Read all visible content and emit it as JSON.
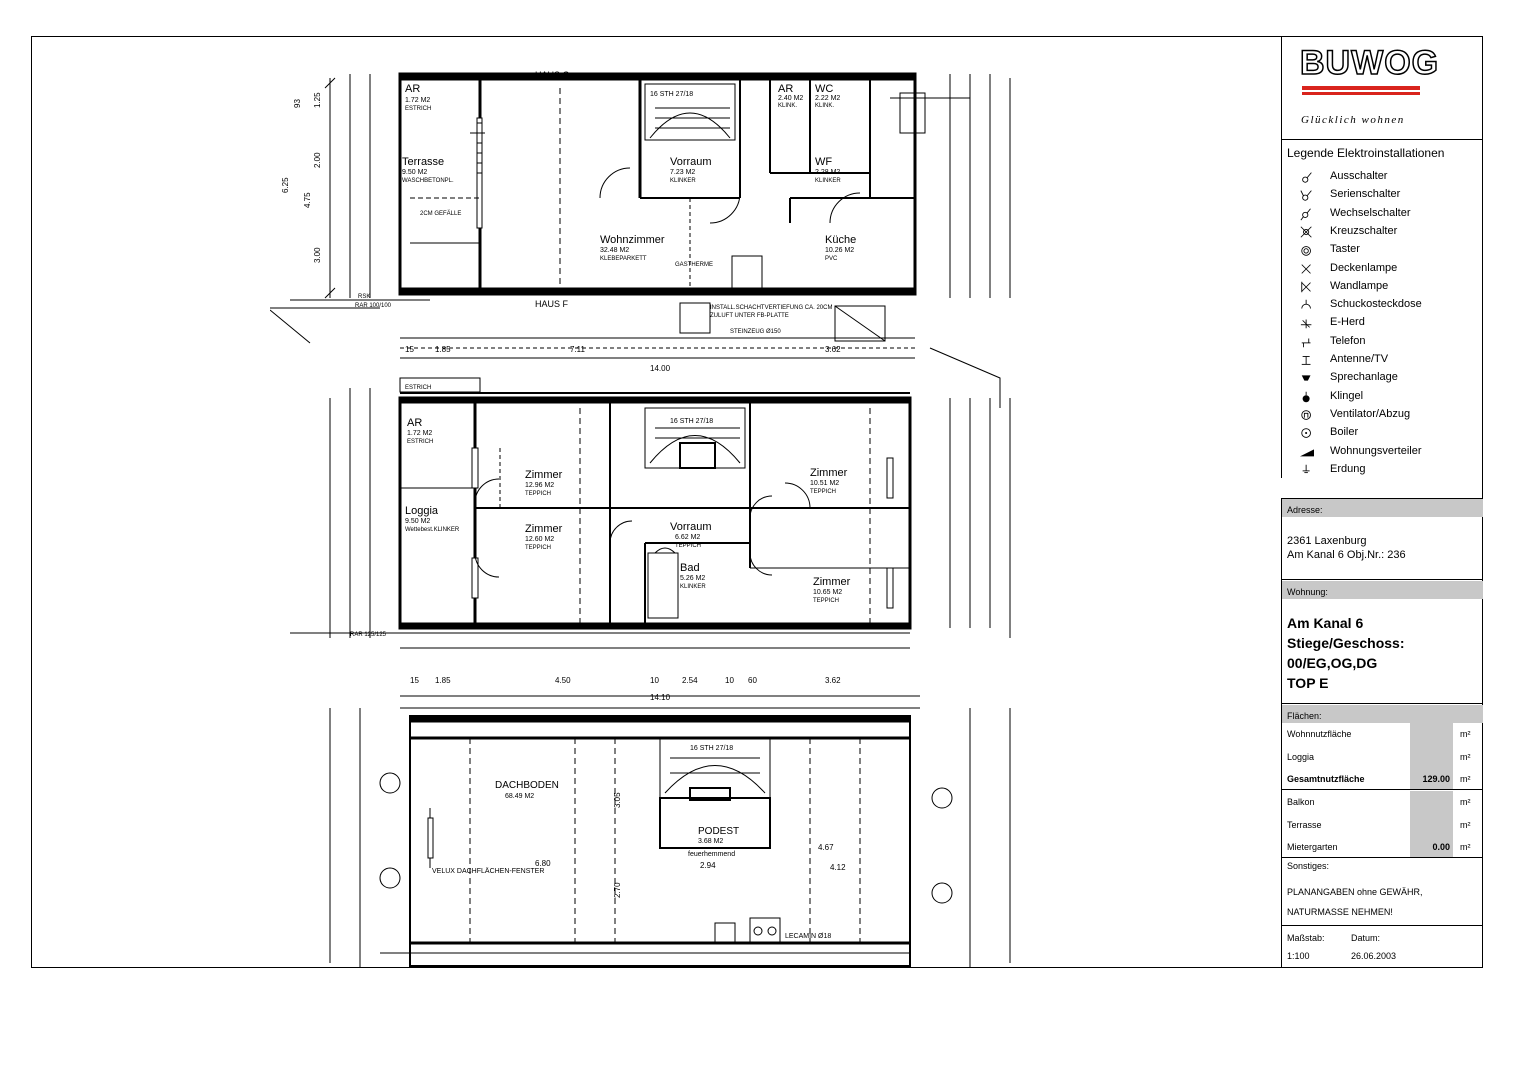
{
  "logo": {
    "name": "BUWOG",
    "slogan": "Glücklich wohnen",
    "accent": "#d9241d"
  },
  "legend": {
    "title": "Legende Elektroinstallationen",
    "items": [
      {
        "label": "Ausschalter",
        "icon": "switch-icon"
      },
      {
        "label": "Serienschalter",
        "icon": "series-switch-icon"
      },
      {
        "label": "Wechselschalter",
        "icon": "two-way-switch-icon"
      },
      {
        "label": "Kreuzschalter",
        "icon": "cross-switch-icon"
      },
      {
        "label": "Taster",
        "icon": "push-button-icon"
      },
      {
        "label": "Deckenlampe",
        "icon": "ceiling-lamp-icon"
      },
      {
        "label": "Wandlampe",
        "icon": "wall-lamp-icon"
      },
      {
        "label": "Schuckosteckdose",
        "icon": "socket-icon"
      },
      {
        "label": "E-Herd",
        "icon": "stove-icon"
      },
      {
        "label": "Telefon",
        "icon": "phone-icon"
      },
      {
        "label": "Antenne/TV",
        "icon": "antenna-icon"
      },
      {
        "label": "Sprechanlage",
        "icon": "intercom-icon"
      },
      {
        "label": "Klingel",
        "icon": "bell-icon"
      },
      {
        "label": "Ventilator/Abzug",
        "icon": "fan-icon"
      },
      {
        "label": "Boiler",
        "icon": "boiler-icon"
      },
      {
        "label": "Wohnungsverteiler",
        "icon": "distribution-board-icon"
      },
      {
        "label": "Erdung",
        "icon": "ground-icon"
      }
    ]
  },
  "address": {
    "label": "Adresse:",
    "line1": "2361 Laxenburg",
    "line2": "Am Kanal 6 Obj.Nr.: 236"
  },
  "apartment": {
    "label": "Wohnung:",
    "line1": "Am Kanal 6",
    "line2": "Stiege/Geschoss:",
    "line3": "00/EG,OG,DG",
    "line4": "TOP E"
  },
  "areas": {
    "label": "Flächen:",
    "rows": [
      {
        "name": "Wohnnutzfläche",
        "value": "",
        "unit": "m²"
      },
      {
        "name": "Loggia",
        "value": "",
        "unit": "m²"
      },
      {
        "name": "Gesamtnutzfläche",
        "value": "129.00",
        "unit": "m²"
      },
      {
        "name": "Balkon",
        "value": "",
        "unit": "m²"
      },
      {
        "name": "Terrasse",
        "value": "",
        "unit": "m²"
      },
      {
        "name": "Mietergarten",
        "value": "0.00",
        "unit": "m²"
      }
    ]
  },
  "other": {
    "label": "Sonstiges:",
    "line1": "PLANANGABEN ohne GEWÄHR,",
    "line2": "NATURMASSE NEHMEN!"
  },
  "footer": {
    "scale_label": "Maßstab:",
    "scale": "1:100",
    "date_label": "Datum:",
    "date": "26.06.2003"
  },
  "plan": {
    "eg_rooms": [
      {
        "name": "AR",
        "area": "1.72 M2",
        "floor": "ESTRICH"
      },
      {
        "name": "Terrasse",
        "area": "9.50 M2",
        "floor": "WASCHBETONPL."
      },
      {
        "name": "Vorraum",
        "area": "7.23 M2",
        "floor": "KLINKER"
      },
      {
        "name": "AR",
        "area": "2.40 M2",
        "floor": "KLINK."
      },
      {
        "name": "WC",
        "area": "2.22 M2",
        "floor": "KLINK."
      },
      {
        "name": "WF",
        "area": "2.28 M2",
        "floor": "KLINKER"
      },
      {
        "name": "Wohnzimmer",
        "area": "32.48 M2",
        "floor": "KLEBEPARKETT"
      },
      {
        "name": "Küche",
        "area": "10.26 M2",
        "floor": "PVC"
      }
    ],
    "og_rooms": [
      {
        "name": "AR",
        "area": "1.72 M2",
        "floor": "ESTRICH"
      },
      {
        "name": "Zimmer",
        "area": "12.96 M2",
        "floor": "TEPPICH"
      },
      {
        "name": "Zimmer",
        "area": "10.51 M2",
        "floor": "TEPPICH"
      },
      {
        "name": "Loggia",
        "area": "9.50 M2",
        "floor": "Wettebest.KLINKER"
      },
      {
        "name": "Zimmer",
        "area": "12.60 M2",
        "floor": "TEPPICH"
      },
      {
        "name": "Vorraum",
        "area": "6.62 M2",
        "floor": "TEPPICH"
      },
      {
        "name": "Bad",
        "area": "5.26 M2",
        "floor": "KLINKER"
      },
      {
        "name": "Zimmer",
        "area": "10.65 M2",
        "floor": "TEPPICH"
      }
    ],
    "dg_rooms": [
      {
        "name": "DACHBODEN",
        "area": "68.49 M2"
      },
      {
        "name": "PODEST",
        "area": "3.68 M2",
        "floor": "feuerhemmend"
      }
    ],
    "labels": {
      "haus_g": "HAUS G",
      "haus_f": "HAUS F",
      "gastherme": "GASTHERME",
      "install": "INSTALL.SCHACHTVERTIEFUNG CA. 20CM",
      "zuluft": "ZULUFT UNTER FB-PLATTE",
      "steinzeug": "STEINZEUG Ø150",
      "estrich": "ESTRICH",
      "velux": "VELUX DACHFLÄCHEN-FENSTER",
      "stairs": "16 STH 27/18",
      "gefaelle": "2CM GEFÄLLE",
      "rsk": "RSK",
      "rar": "RAR 100/100",
      "rar2": "RAR 125/125",
      "lecamin": "LECAMIN Ø18"
    },
    "dims": {
      "eg_bottom": [
        "15",
        "1.85",
        "7.11",
        "3.62"
      ],
      "eg_total": "14.00",
      "og_bottom": [
        "15",
        "1.85",
        "4.50",
        "10",
        "2.54",
        "10",
        "60",
        "3.62"
      ],
      "og_total": "14.10",
      "left_eg": [
        "6.25",
        "4.75",
        "3.00",
        "2.00",
        "1.25",
        "93"
      ],
      "dg_inner": [
        "6.80",
        "3.05",
        "2.70",
        "2.94",
        "4.67",
        "4.12"
      ]
    }
  }
}
